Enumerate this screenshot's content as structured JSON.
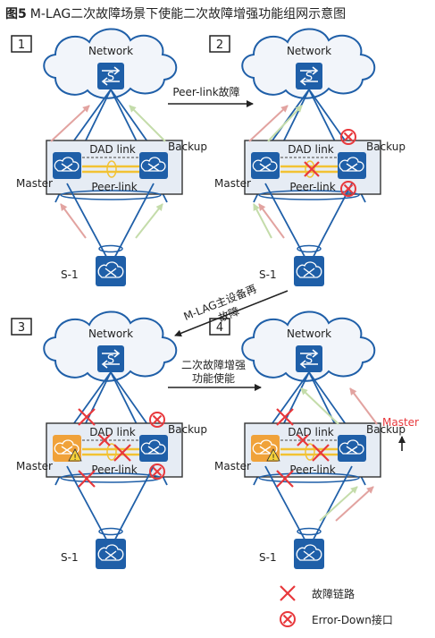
{
  "figure": {
    "title_prefix": "图5",
    "title_text": "M-LAG二次故障场景下使能二次故障增强功能组网示意图"
  },
  "panels": [
    {
      "num": "1",
      "network": "Network",
      "dad": "DAD link",
      "peer": "Peer-link",
      "master": "Master",
      "backup": "Backup",
      "s1": "S-1"
    },
    {
      "num": "2",
      "network": "Network",
      "dad": "DAD link",
      "peer": "Peer-link",
      "master": "Master",
      "backup": "Backup",
      "s1": "S-1"
    },
    {
      "num": "3",
      "network": "Network",
      "dad": "DAD link",
      "peer": "Peer-link",
      "master": "Master",
      "backup": "Backup",
      "s1": "S-1"
    },
    {
      "num": "4",
      "network": "Network",
      "dad": "DAD link",
      "peer": "Peer-link",
      "master": "Master",
      "backup": "Backup",
      "s1": "S-1",
      "new_master": "Master"
    }
  ],
  "transitions": {
    "t12": "Peer-link故障",
    "t23_line1": "M-LAG主设备再",
    "t23_line2": "故障",
    "t34_line1": "二次故障增强",
    "t34_line2": "功能使能"
  },
  "legend": {
    "fault_link": "故障链路",
    "error_down": "Error-Down接口"
  },
  "colors": {
    "switch_blue": "#1f5fa8",
    "cloud_stroke": "#1f5fa8",
    "link_blue": "#1f5fa8",
    "fault_red": "#e8383c",
    "master_orange": "#f0a23a",
    "traffic_red": "#e2a3a0",
    "traffic_green": "#c4dcaa",
    "box_fill": "#e6ecf4",
    "new_master_red": "#e8383c"
  }
}
